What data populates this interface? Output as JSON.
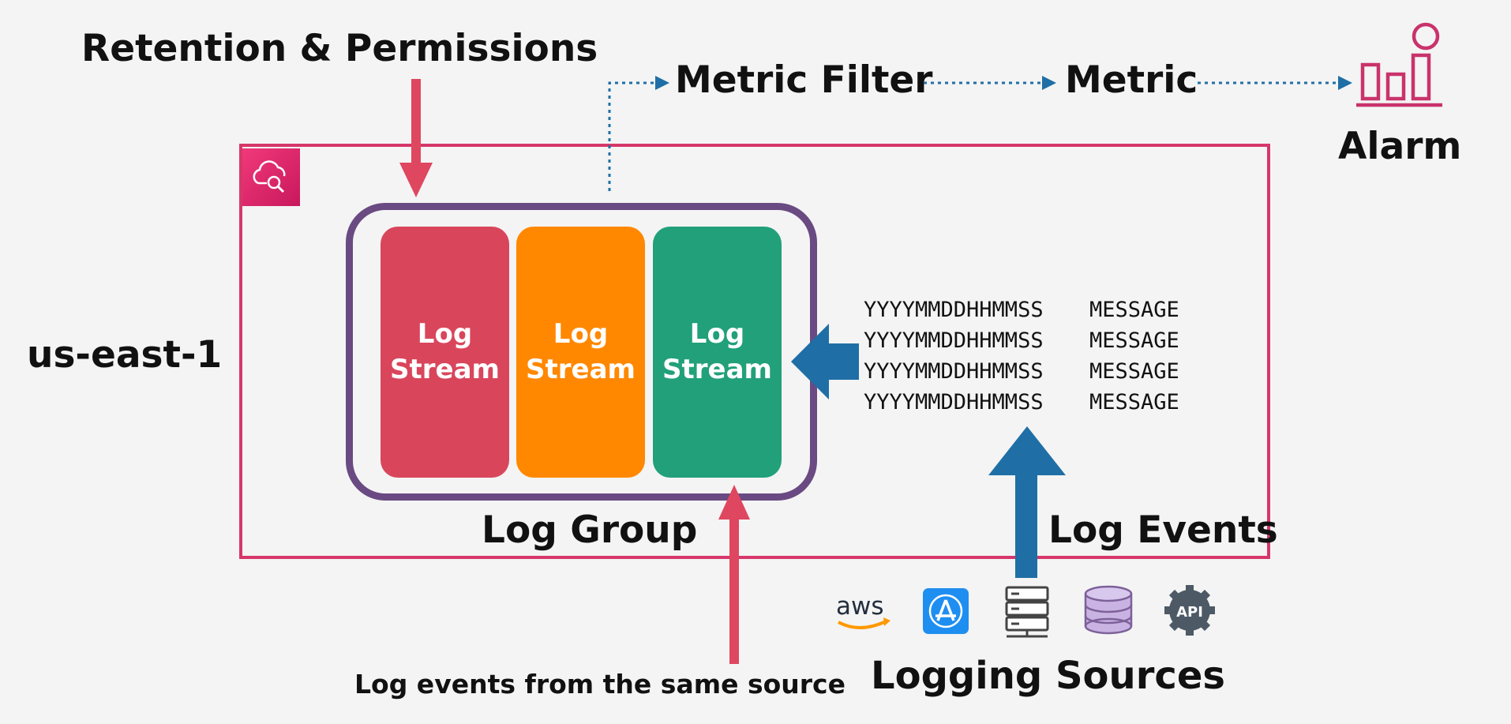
{
  "labels": {
    "retention": "Retention & Permissions",
    "metric_filter": "Metric Filter",
    "metric": "Metric",
    "alarm": "Alarm",
    "region": "us-east-1",
    "log_group": "Log Group",
    "log_events": "Log Events",
    "same_source": "Log events from the same source",
    "logging_sources": "Logging Sources"
  },
  "streams": [
    {
      "line1": "Log",
      "line2": "Stream",
      "color": "#d9465c"
    },
    {
      "line1": "Log",
      "line2": "Stream",
      "color": "#ff8800"
    },
    {
      "line1": "Log",
      "line2": "Stream",
      "color": "#21a07a"
    }
  ],
  "log_lines": [
    {
      "timestamp": "YYYYMMDDHHMMSS",
      "message": "MESSAGE"
    },
    {
      "timestamp": "YYYYMMDDHHMMSS",
      "message": "MESSAGE"
    },
    {
      "timestamp": "YYYYMMDDHHMMSS",
      "message": "MESSAGE"
    },
    {
      "timestamp": "YYYYMMDDHHMMSS",
      "message": "MESSAGE"
    }
  ],
  "sources": [
    {
      "icon": "aws-logo-icon",
      "text": "aws"
    },
    {
      "icon": "app-store-icon"
    },
    {
      "icon": "server-rack-icon"
    },
    {
      "icon": "database-icon"
    },
    {
      "icon": "api-gear-icon",
      "text": "API"
    }
  ],
  "colors": {
    "region_border": "#d6376a",
    "log_group_border": "#6a4a82",
    "red_arrow": "#df4760",
    "blue_arrow": "#1f6fa6",
    "alarm_icon": "#c9336b"
  }
}
